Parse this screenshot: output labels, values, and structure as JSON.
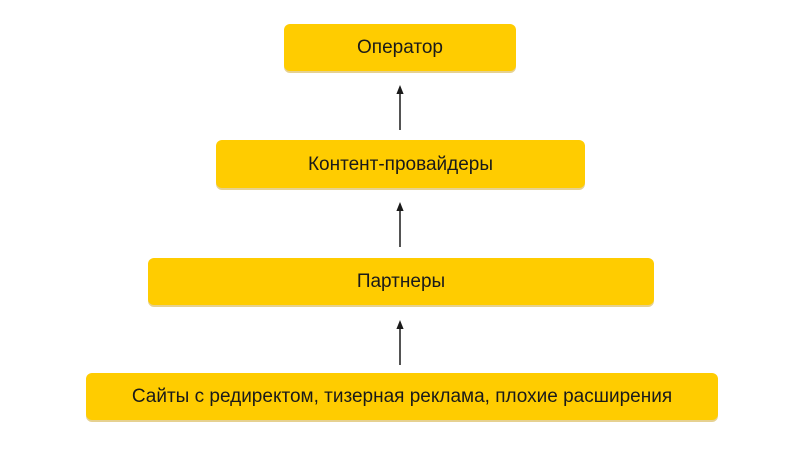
{
  "theme": {
    "background_color": "#ffffff",
    "box_color": "#ffcc00",
    "box_shadow_color": "#c79a09",
    "text_color": "#1a1a1a",
    "arrow_color": "#1a1a1a"
  },
  "diagram": {
    "type": "vertical-flow-pyramid",
    "direction": "bottom-to-top",
    "levels": [
      {
        "label": "Оператор"
      },
      {
        "label": "Контент-провайдеры"
      },
      {
        "label": "Партнеры"
      },
      {
        "label": "Сайты с редиректом, тизерная реклама, плохие расширения"
      }
    ],
    "connections": [
      {
        "from": "Контент-провайдеры",
        "to": "Оператор",
        "arrow": "up"
      },
      {
        "from": "Партнеры",
        "to": "Контент-провайдеры",
        "arrow": "up"
      },
      {
        "from": "Сайты с редиректом, тизерная реклама, плохие расширения",
        "to": "Партнеры",
        "arrow": "up"
      }
    ]
  }
}
